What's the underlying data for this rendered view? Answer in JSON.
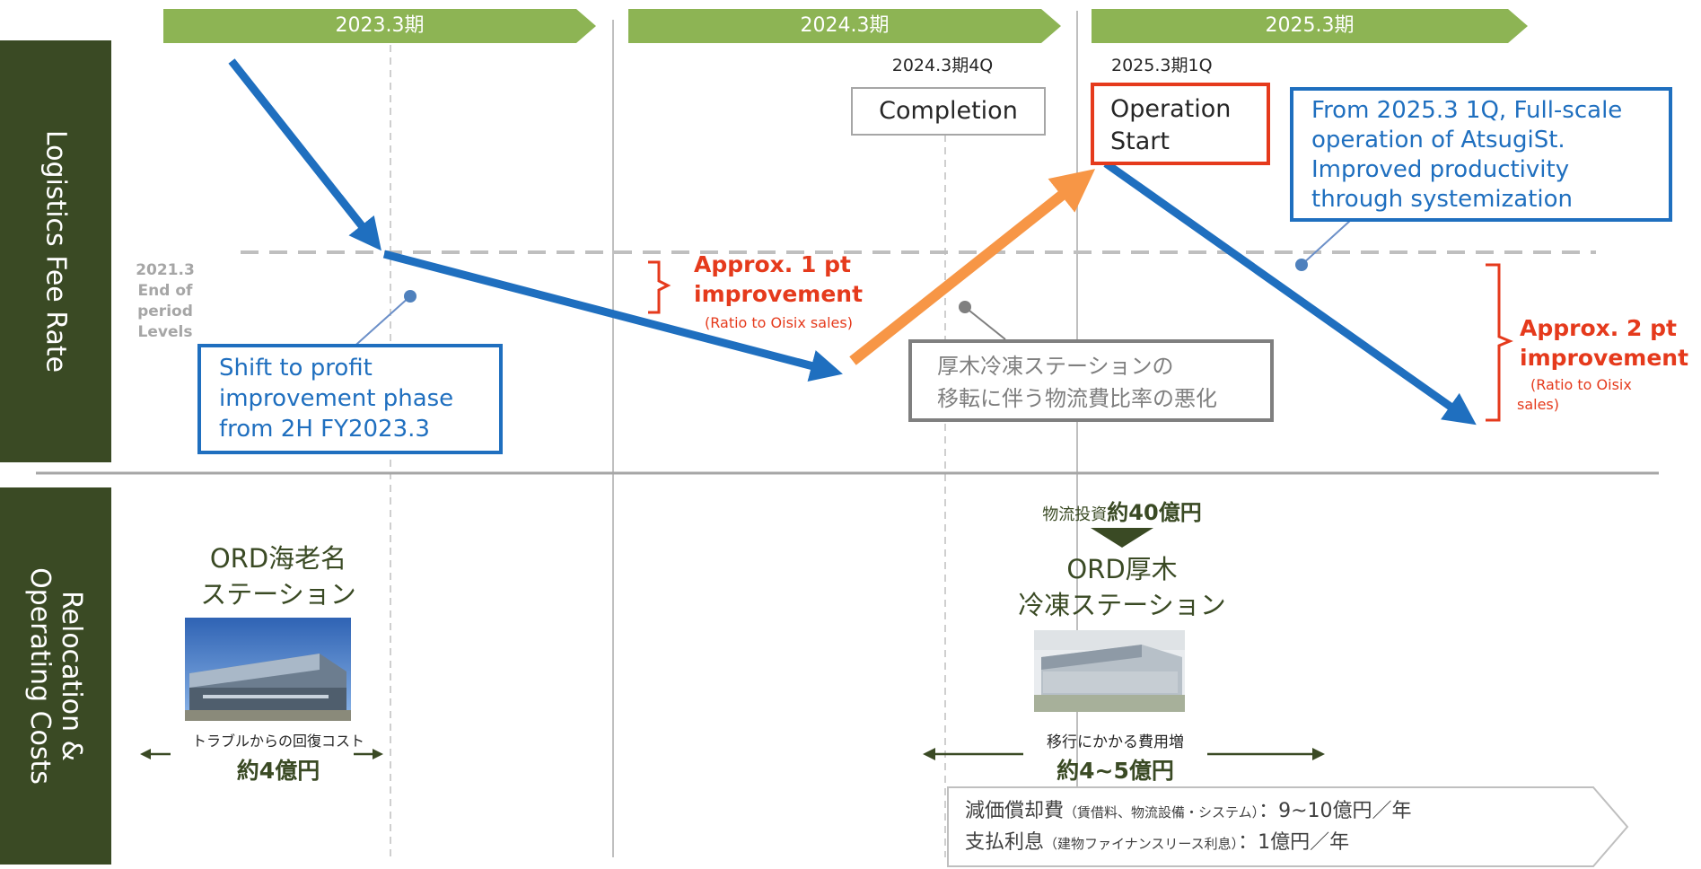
{
  "colors": {
    "chevron": "#8db454",
    "sidebar": "#3a4a24",
    "blue": "#1f6fbf",
    "red": "#e53a1c",
    "orange": "#f79646",
    "grey": "#808080",
    "olive_text": "#3a4a24"
  },
  "timeline": {
    "periods": [
      "2023.3期",
      "2024.3期",
      "2025.3期"
    ]
  },
  "sidebar": {
    "top_label": "Logistics Fee Rate",
    "bottom_line1": "Relocation &",
    "bottom_line2": "Operating Costs"
  },
  "milestones": {
    "completion_period": "2024.3期4Q",
    "completion_label": "Completion",
    "operation_period": "2025.3期1Q",
    "operation_line1": "Operation",
    "operation_line2": "Start"
  },
  "callouts": {
    "fullscale_lines": [
      "From 2025.3 1Q, Full-scale",
      "operation of AtsugiSt.",
      "Improved productivity",
      "through systemization"
    ],
    "profit_lines": [
      "Shift to profit",
      "improvement phase",
      "from 2H FY2023.3"
    ],
    "deterioration_lines": [
      "厚木冷凍ステーションの",
      "移転に伴う物流費比率の悪化"
    ]
  },
  "baseline": {
    "lines": [
      "2021.3",
      "End of",
      "period",
      "Levels"
    ]
  },
  "improvements": {
    "first_line1": "Approx. 1 pt",
    "first_line2": "improvement",
    "first_note": "(Ratio to Oisix sales)",
    "second_line1": "Approx. 2 pt",
    "second_line2": "improvement",
    "second_note1": "(Ratio to Oisix",
    "second_note2": "sales)"
  },
  "costs": {
    "ebina_line1": "ORD海老名",
    "ebina_line2": "ステーション",
    "recovery_label": "トラブルからの回復コスト",
    "recovery_amount": "約4億円",
    "investment_prefix": "物流投資",
    "investment_amount": "約40億円",
    "atsugi_line1": "ORD厚木",
    "atsugi_line2": "冷凍ステーション",
    "transition_label": "移行にかかる費用増",
    "transition_amount": "約4~5億円",
    "depreciation_main": "減価償却費",
    "depreciation_note": "（賃借料、物流設備・システム）",
    "depreciation_value": "：9~10億円／年",
    "interest_main": "支払利息",
    "interest_note": "（建物ファイナンスリース利息）",
    "interest_value": "：1億円／年"
  }
}
